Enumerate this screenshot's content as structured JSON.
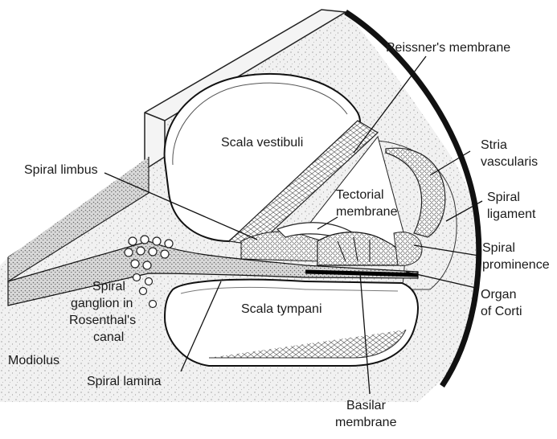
{
  "labels": {
    "reissners_membrane": "Reissner's membrane",
    "stria_vascularis_1": "Stria",
    "stria_vascularis_2": "vascularis",
    "scala_vestibuli": "Scala vestibuli",
    "spiral_limbus": "Spiral limbus",
    "tectorial_membrane_1": "Tectorial",
    "tectorial_membrane_2": "membrane",
    "spiral_ligament_1": "Spiral",
    "spiral_ligament_2": "ligament",
    "spiral_prominence_1": "Spiral",
    "spiral_prominence_2": "prominence",
    "spiral_ganglion_1": "Spiral",
    "spiral_ganglion_2": "ganglion in",
    "spiral_ganglion_3": "Rosenthal's",
    "spiral_ganglion_4": "canal",
    "scala_tympani": "Scala tympani",
    "organ_of_corti_1": "Organ",
    "organ_of_corti_2": "of Corti",
    "modiolus": "Modiolus",
    "spiral_lamina": "Spiral lamina",
    "basilar_membrane_1": "Basilar",
    "basilar_membrane_2": "membrane"
  }
}
